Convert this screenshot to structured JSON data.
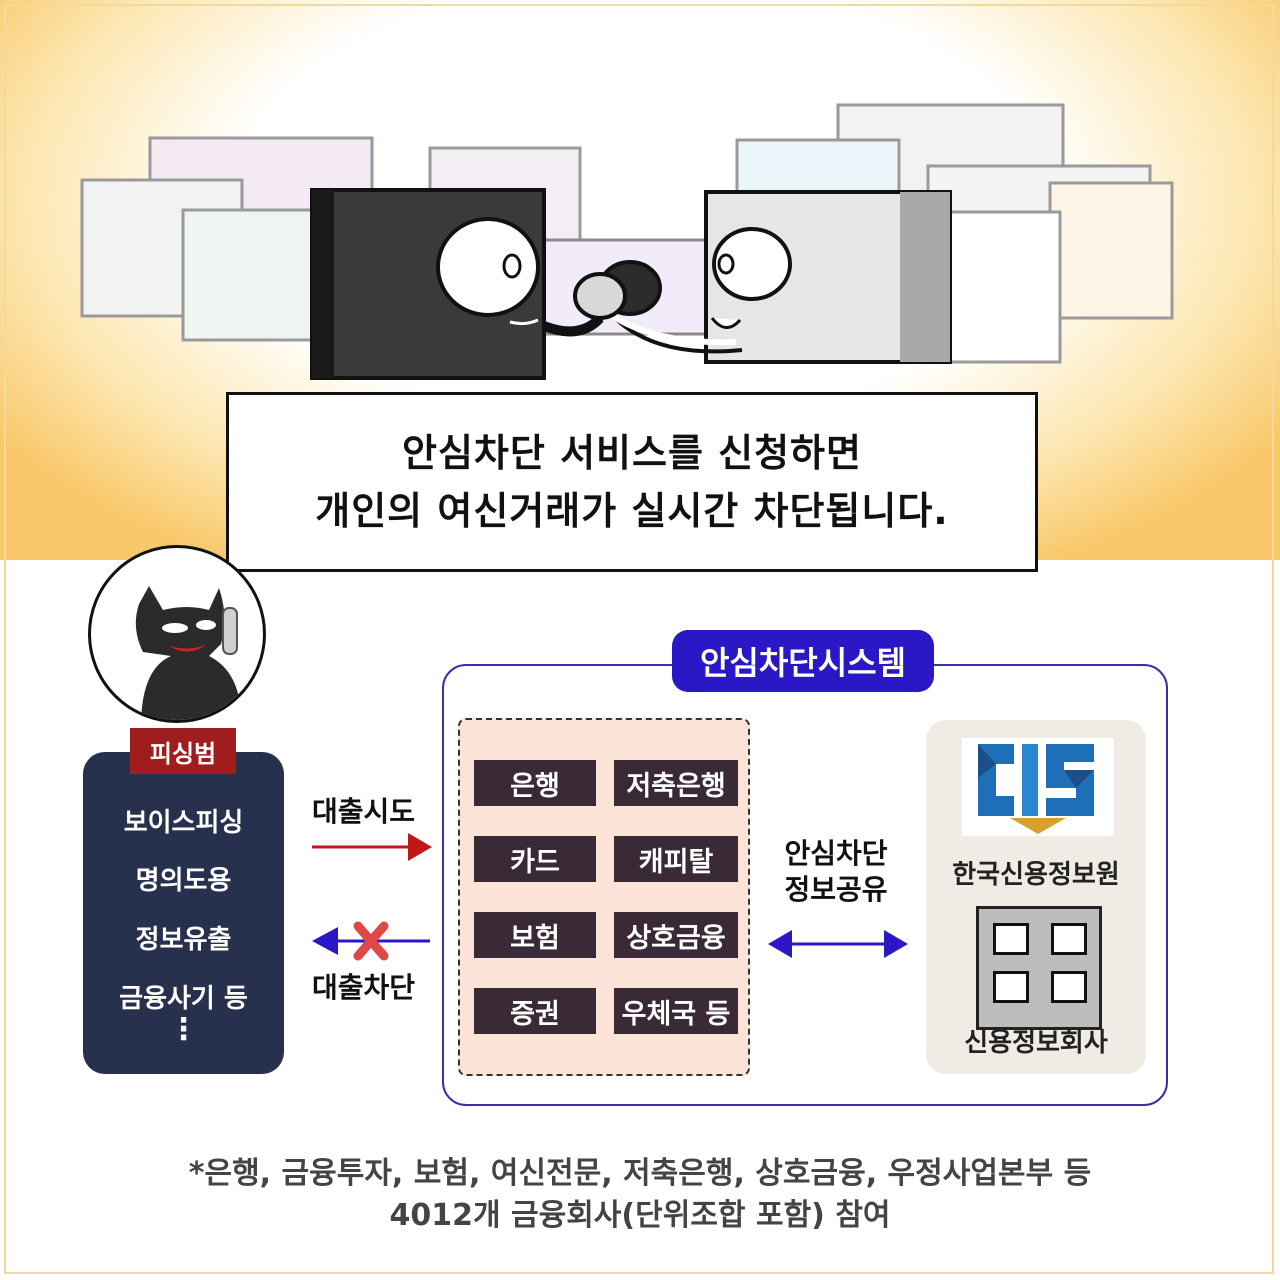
{
  "bubble": {
    "line1": "안심차단 서비스를 신청하면",
    "line2": "개인의 여신거래가 실시간 차단됩니다."
  },
  "phishing": {
    "tag": "피싱범",
    "items": [
      "보이스피싱",
      "명의도용",
      "정보유출",
      "금융사기 등"
    ],
    "more": "⋮"
  },
  "flows": {
    "attempt": "대출시도",
    "blocked": "대출차단"
  },
  "system": {
    "title": "안심차단시스템",
    "institutions": [
      "은행",
      "저축은행",
      "카드",
      "캐피탈",
      "보험",
      "상호금융",
      "증권",
      "우체국 등"
    ],
    "share_line1": "안심차단",
    "share_line2": "정보공유",
    "cis_name": "한국신용정보원",
    "cis_sub": "신용정보회사"
  },
  "footnote": {
    "line1": "*은행, 금융투자, 보험, 여신전문, 저축은행, 상호금융, 우정사업본부 등",
    "line2": "4012개 금융회사(단위조합 포함) 참여"
  },
  "colors": {
    "system_accent": "#2a18c7",
    "phishing_box": "#27304d",
    "tag_red": "#a01d1d",
    "institution_bg": "#fbe3d8",
    "arrow_red": "#c01818",
    "arrow_blue": "#2a18c7"
  }
}
